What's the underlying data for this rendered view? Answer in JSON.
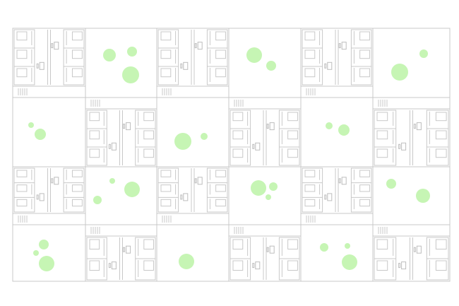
{
  "colors": {
    "background": "#ffffff",
    "wall": "#c8c8c8",
    "furniture": "#bdbdbd",
    "tree": "#c6f5b4"
  },
  "grid": {
    "rows": [
      [
        "units",
        "garden",
        "units",
        "garden",
        "units",
        "garden"
      ],
      [
        "garden",
        "units",
        "garden",
        "units",
        "garden",
        "units"
      ],
      [
        "units",
        "garden",
        "units",
        "garden",
        "units",
        "garden"
      ],
      [
        "garden",
        "units",
        "garden",
        "units",
        "garden",
        "units"
      ]
    ]
  }
}
